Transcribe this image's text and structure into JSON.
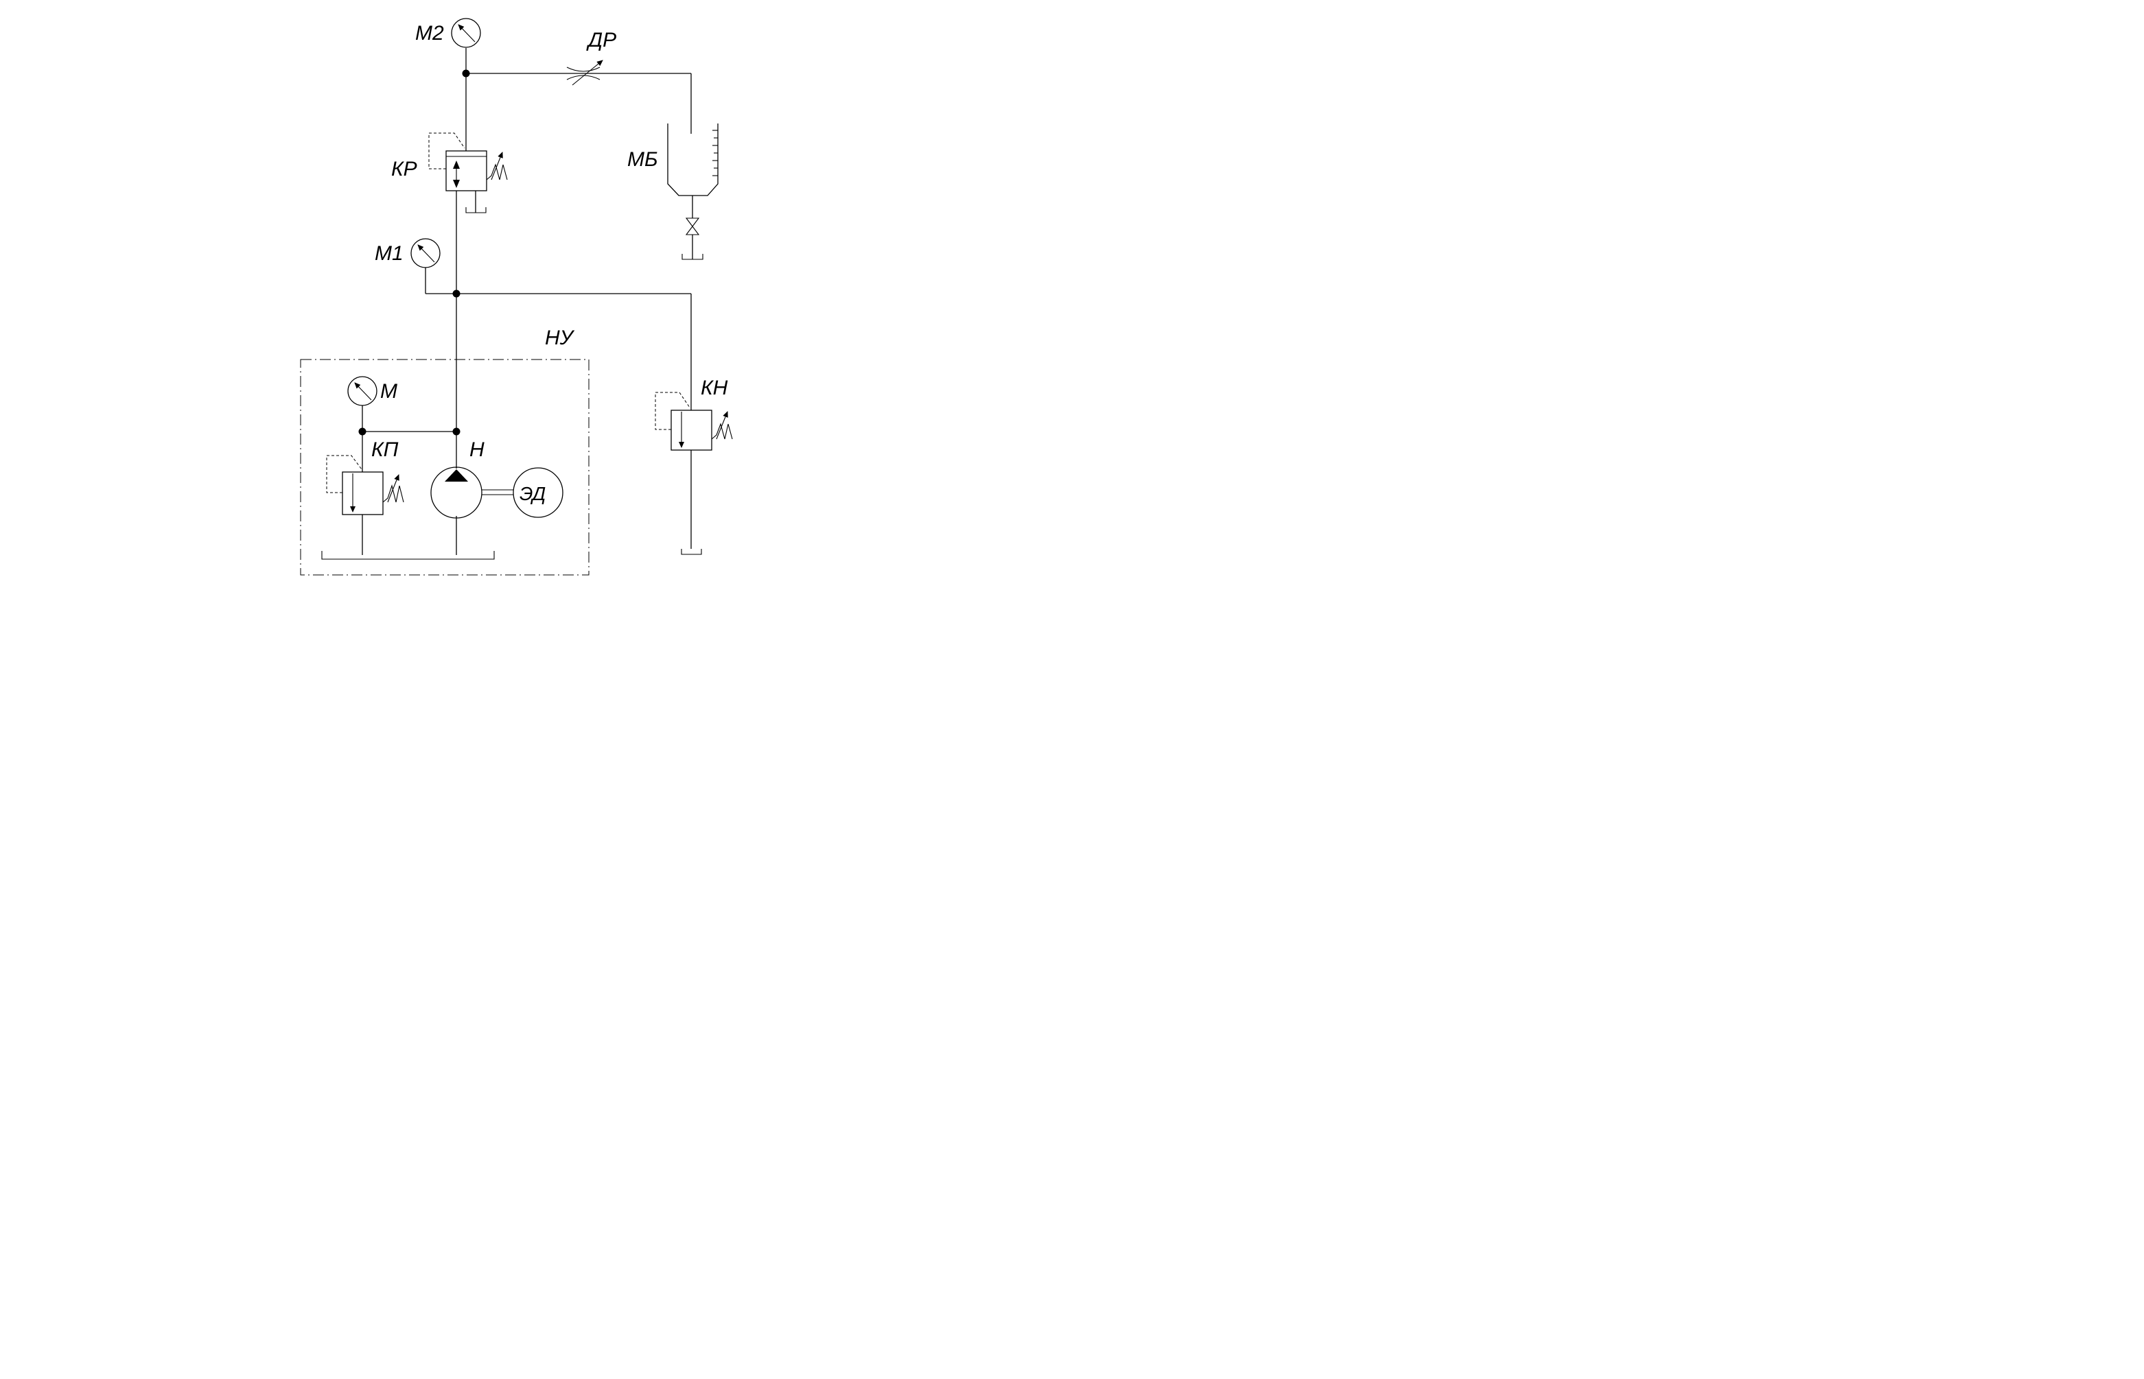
{
  "labels": {
    "m2": "М2",
    "dr": "ДР",
    "kr": "КР",
    "mb": "МБ",
    "m1": "М1",
    "nu": "НУ",
    "m": "М",
    "kn": "КН",
    "kp": "КП",
    "n": "Н",
    "ed": "ЭД"
  }
}
